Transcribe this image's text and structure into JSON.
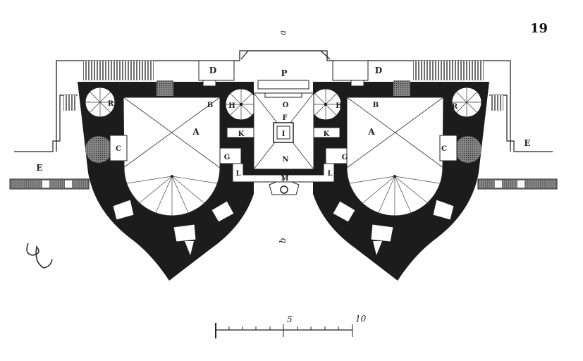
{
  "page_number": "19",
  "axis_labels": {
    "top": "a",
    "bottom": "b"
  },
  "rooms": {
    "A": "A",
    "B": "B",
    "C": "C",
    "D": "D",
    "E": "E",
    "F": "F",
    "G": "G",
    "H": "H",
    "I": "I",
    "K": "K",
    "L": "L",
    "M": "M",
    "N": "N",
    "O": "O",
    "P": "P",
    "R": "R"
  },
  "scale": {
    "mid": "5",
    "end": "10"
  },
  "colors": {
    "ink": "#1c1c1c",
    "paper": "#ffffff",
    "hatch": "#777777"
  }
}
